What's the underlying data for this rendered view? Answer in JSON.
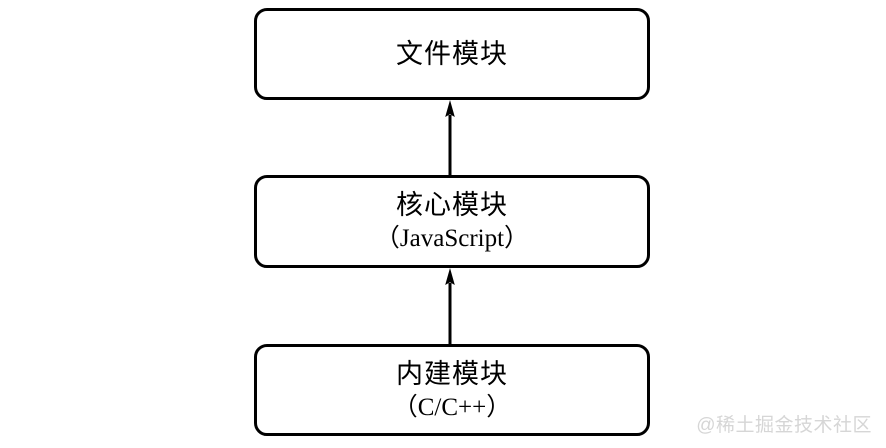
{
  "diagram": {
    "type": "flowchart",
    "orientation": "bottom-to-top",
    "background_color": "#ffffff",
    "stroke_color": "#000000",
    "nodes": [
      {
        "id": "file-module",
        "title": "文件模块",
        "subtitle": ""
      },
      {
        "id": "core-module",
        "title": "核心模块",
        "subtitle": "（JavaScript）"
      },
      {
        "id": "builtin-module",
        "title": "内建模块",
        "subtitle": "（C/C++）"
      }
    ],
    "edges": [
      {
        "id": "builtin-to-core",
        "from": "builtin-module",
        "to": "core-module",
        "direction": "up",
        "arrowhead": "filled-triangle"
      },
      {
        "id": "core-to-file",
        "from": "core-module",
        "to": "file-module",
        "direction": "up",
        "arrowhead": "filled-triangle"
      }
    ]
  },
  "watermark": {
    "text": "@稀土掘金技术社区",
    "color": "#d6d6d6"
  }
}
